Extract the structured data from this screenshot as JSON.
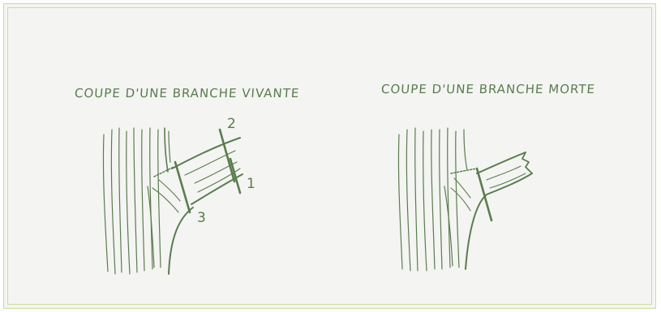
{
  "captions": {
    "live_branch": "COUPE D'UNE BRANCHE VIVANTE",
    "dead_branch": "COUPE D'UNE BRANCHE MORTE"
  },
  "cut_labels": {
    "one": "1",
    "two": "2",
    "three": "3"
  },
  "colors": {
    "ink": "#5a7c4f",
    "background": "#f4f4f2",
    "frame": "#c7df9a"
  }
}
